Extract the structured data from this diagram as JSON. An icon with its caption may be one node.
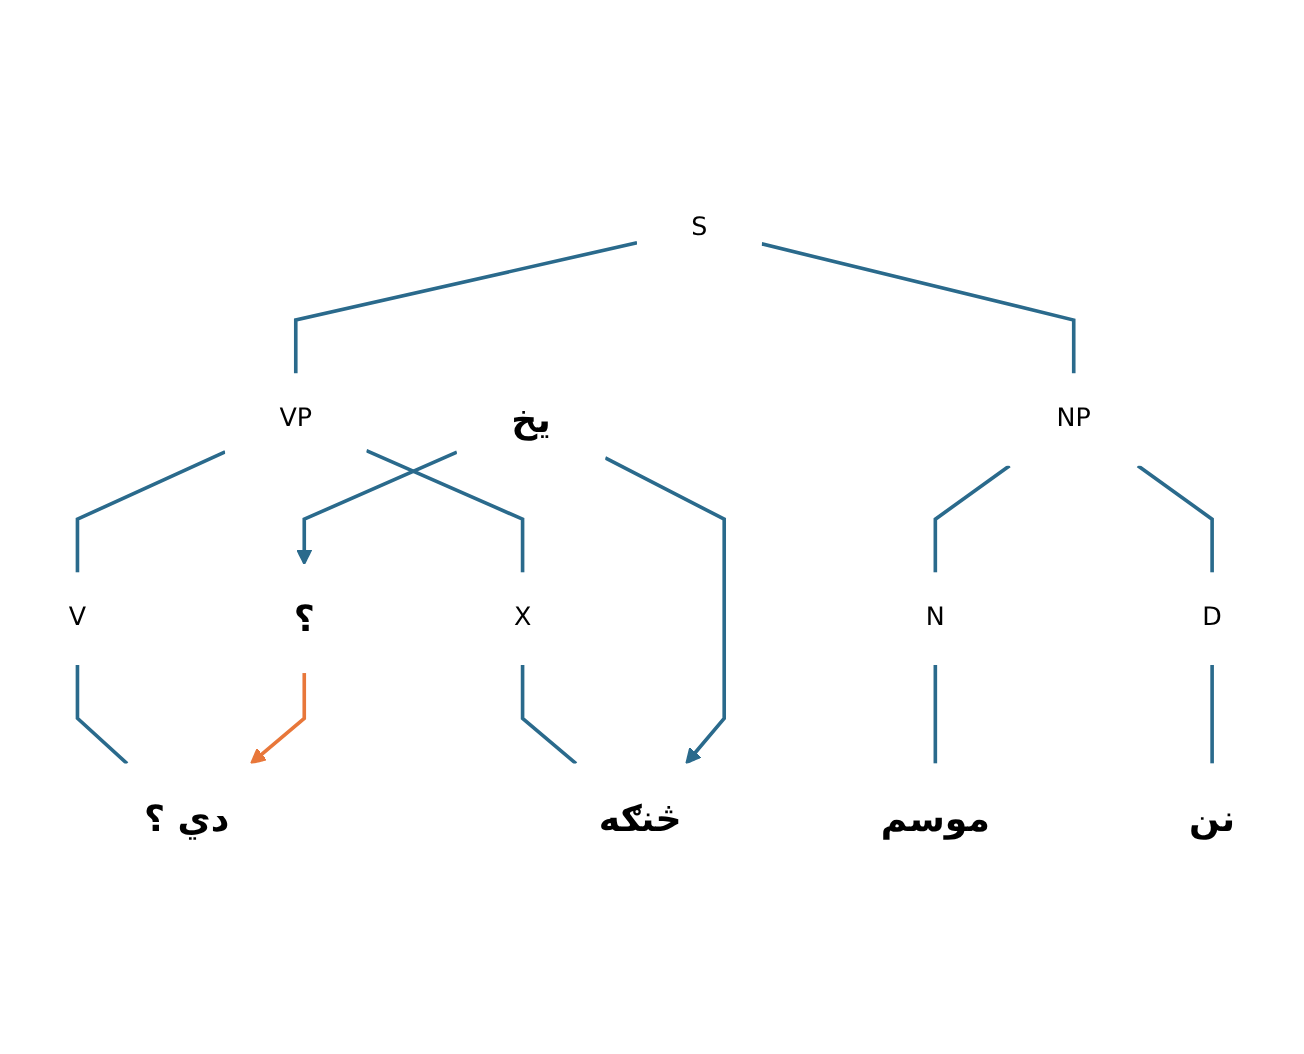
{
  "diagram": {
    "nodes": [
      {
        "text": [
          "S"
        ]
      },
      {
        "text": [
          "VP"
        ]
      },
      {
        "text": [
          "NP"
        ]
      },
      {
        "text": [
          "V"
        ]
      },
      {
        "text": [
          "X"
        ]
      },
      {
        "text": [
          "N"
        ]
      },
      {
        "text": [
          "D"
        ]
      },
      {
        "text": [
          "دي ؟"
        ]
      },
      {
        "text": [
          "څنګه"
        ]
      },
      {
        "text": [
          "موسم"
        ]
      },
      {
        "text": [
          "نن"
        ]
      },
      {
        "text": [
          "يخ"
        ]
      },
      {
        "text": [
          "؟"
        ]
      }
    ],
    "edges": [
      {
        "from": 0,
        "to": 1,
        "arrow": "none"
      },
      {
        "from": 0,
        "to": 2,
        "arrow": "none"
      },
      {
        "from": 1,
        "to": 3,
        "arrow": "none"
      },
      {
        "from": 1,
        "to": 4,
        "arrow": "none"
      },
      {
        "from": 2,
        "to": 5,
        "arrow": "none"
      },
      {
        "from": 2,
        "to": 6,
        "arrow": "none"
      },
      {
        "from": 3,
        "to": 7,
        "arrow": "none"
      },
      {
        "from": 4,
        "to": 8,
        "arrow": "none"
      },
      {
        "from": 5,
        "to": 9,
        "arrow": "none"
      },
      {
        "from": 6,
        "to": 10,
        "arrow": "none"
      },
      {
        "from": 11,
        "to": 8,
        "arrow": "to"
      },
      {
        "from": 11,
        "to": 12,
        "arrow": "to"
      },
      {
        "from": 12,
        "to": 7,
        "arrow": "to",
        "color": "#e8773a"
      }
    ]
  }
}
